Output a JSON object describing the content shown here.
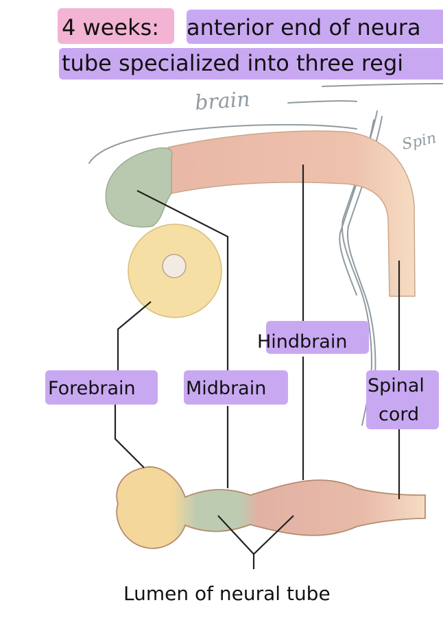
{
  "heading": {
    "line1_prefix": "4 weeks:",
    "line1_rest": "anterior end of neura",
    "line2": "tube specialized into three regi"
  },
  "handwritten": {
    "brain_note": "brain",
    "spinal_note": "Spin"
  },
  "labels": {
    "forebrain": "Forebrain",
    "midbrain": "Midbrain",
    "hindbrain": "Hindbrain",
    "spinal_cord_line1": "Spinal",
    "spinal_cord_line2": "cord",
    "lumen": "Lumen of neural tube"
  },
  "colors": {
    "pink_highlight": "#f3b3d3",
    "purple_highlight": "#c9a8f2",
    "forebrain_yellow": "#f6dfa4",
    "midbrain_green": "#b9c9b0",
    "hindbrain_pink": "#e6b9aa",
    "spinal_tan": "#f4dcc0",
    "pen_gray": "#8f9aa0"
  }
}
